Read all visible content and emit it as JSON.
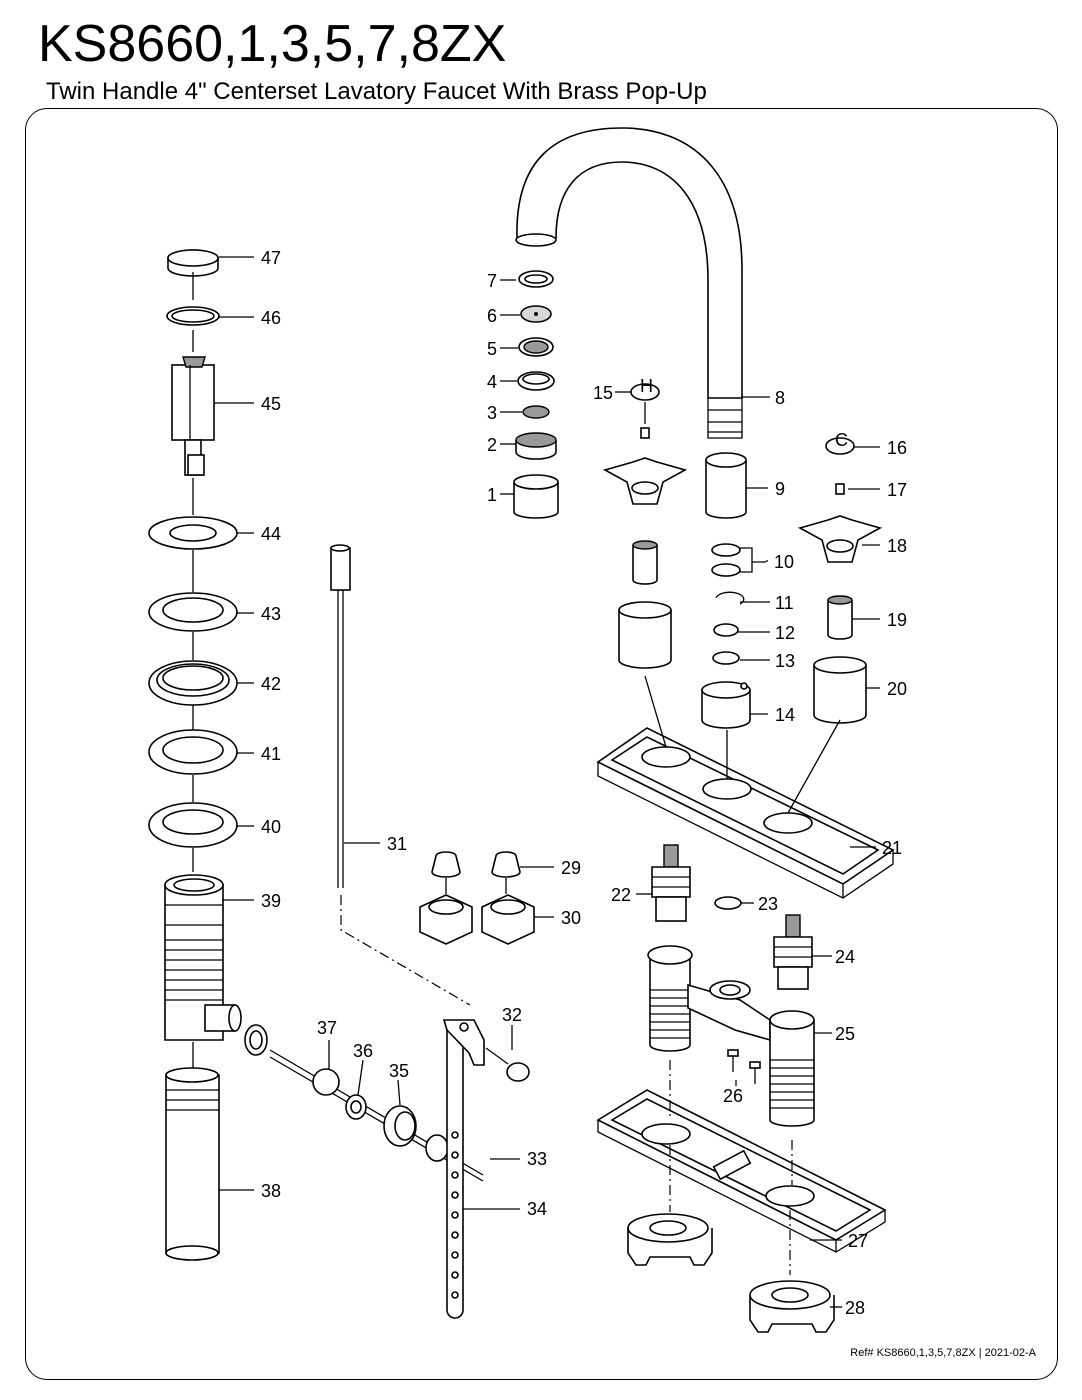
{
  "header": {
    "model": "KS8660,1,3,5,7,8ZX",
    "subtitle": "Twin Handle 4\" Centerset Lavatory Faucet With Brass Pop-Up"
  },
  "footer": {
    "reference": "Ref# KS8660,1,3,5,7,8ZX | 2021-02-A"
  },
  "parts": {
    "p1": "1",
    "p2": "2",
    "p3": "3",
    "p4": "4",
    "p5": "5",
    "p6": "6",
    "p7": "7",
    "p8": "8",
    "p9": "9",
    "p10": "10",
    "p11": "11",
    "p12": "12",
    "p13": "13",
    "p14": "14",
    "p15": "15",
    "p16": "16",
    "p17": "17",
    "p18": "18",
    "p19": "19",
    "p20": "20",
    "p21": "21",
    "p22": "22",
    "p23": "23",
    "p24": "24",
    "p25": "25",
    "p26": "26",
    "p27": "27",
    "p28": "28",
    "p29": "29",
    "p30": "30",
    "p31": "31",
    "p32": "32",
    "p33": "33",
    "p34": "34",
    "p35": "35",
    "p36": "36",
    "p37": "37",
    "p38": "38",
    "p39": "39",
    "p40": "40",
    "p41": "41",
    "p42": "42",
    "p43": "43",
    "p44": "44",
    "p45": "45",
    "p46": "46",
    "p47": "47"
  },
  "handle_marks": {
    "hot": "H",
    "cold": "C"
  }
}
